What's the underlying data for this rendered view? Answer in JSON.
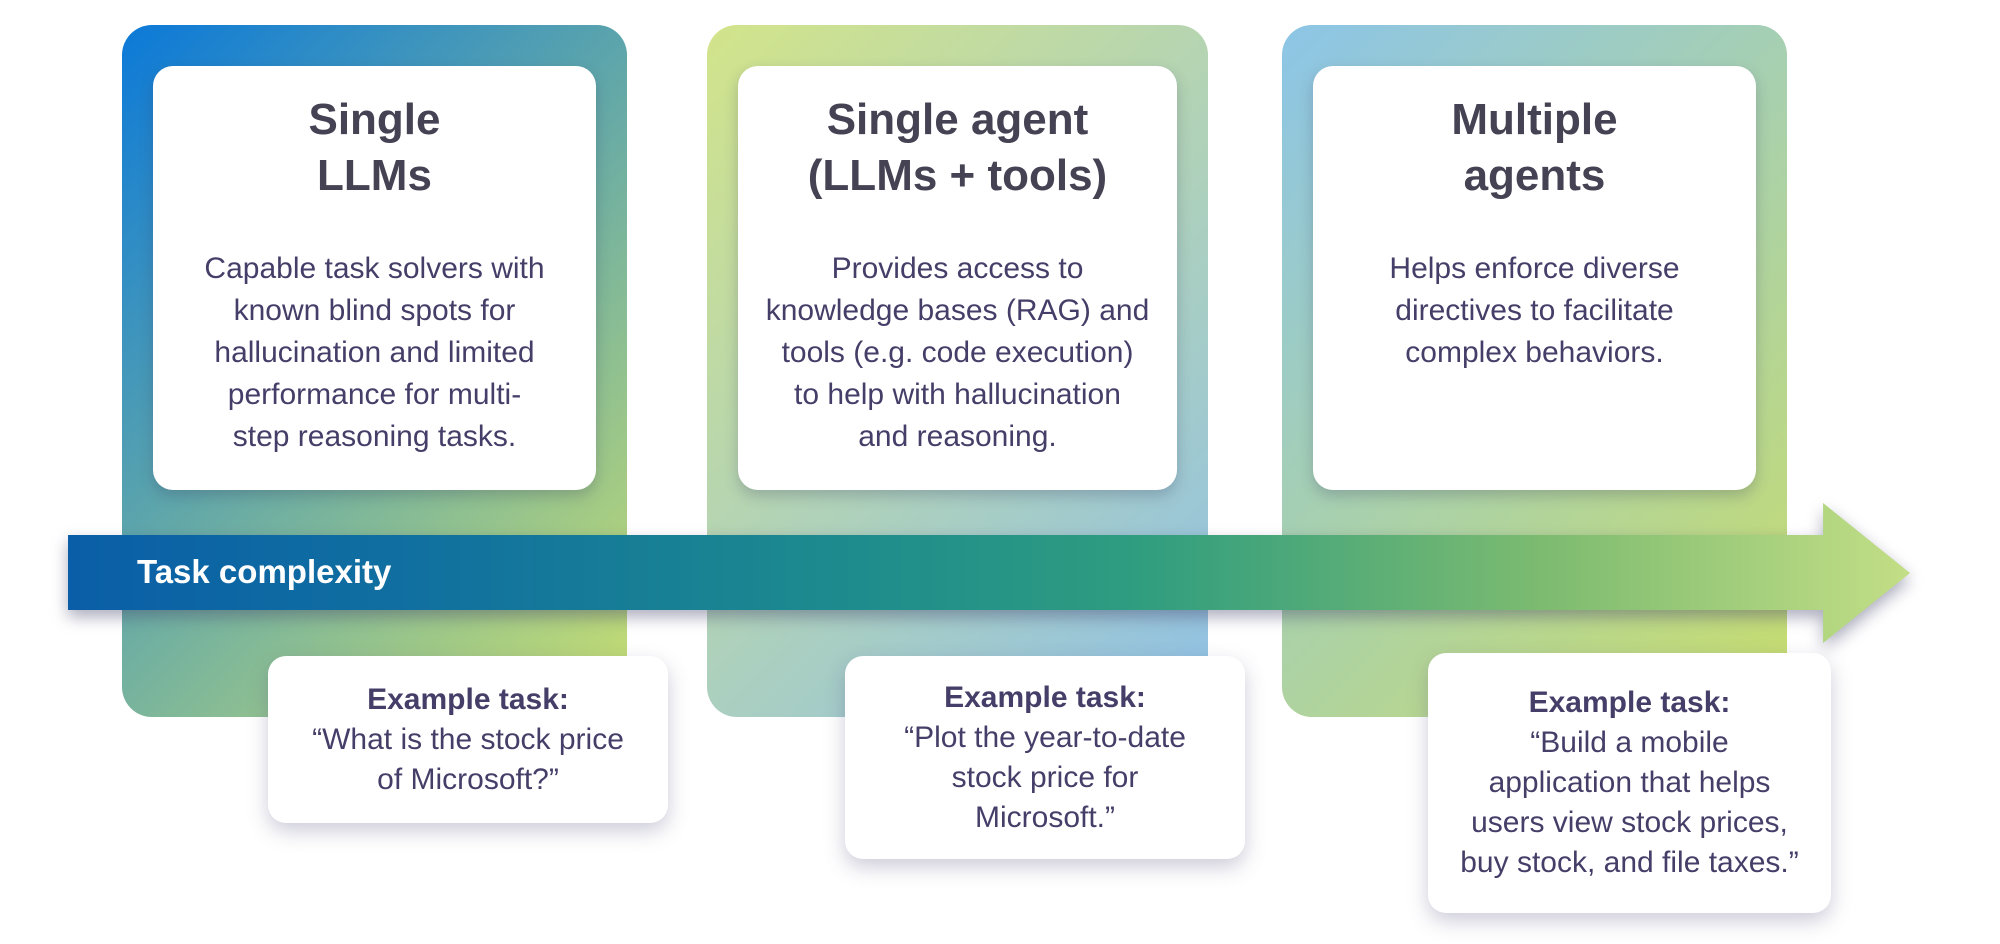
{
  "colors": {
    "card_bg": "#ffffff",
    "title_text": "#454253",
    "body_text": "#453e68",
    "arrow_label_text": "#ffffff",
    "card1_from": "#0b79d9",
    "card1_to": "#c9df70",
    "card2_from": "#d2e48a",
    "card2_to": "#8fc0e6",
    "card3_from": "#8cc5e7",
    "card3_to": "#c8dd6c",
    "arrow_c1": "#0a5ea7",
    "arrow_c2": "#11719f",
    "arrow_c3": "#1d8b8d",
    "arrow_c4": "#2f9d7f",
    "arrow_c5": "#7cbb70",
    "arrow_c6": "#c3de86"
  },
  "cards": [
    {
      "title_lines": [
        "Single",
        "LLMs"
      ],
      "body_lines": [
        "Capable task solvers with",
        "known blind spots for",
        "hallucination and limited",
        "performance for multi-",
        "step reasoning tasks."
      ]
    },
    {
      "title_lines": [
        "Single agent",
        "(LLMs + tools)"
      ],
      "body_lines": [
        "Provides access to",
        "knowledge bases (RAG) and",
        "tools (e.g. code execution)",
        "to help with hallucination",
        "and reasoning."
      ]
    },
    {
      "title_lines": [
        "Multiple",
        "agents"
      ],
      "body_lines": [
        "Helps enforce diverse",
        "directives to facilitate",
        "complex behaviors."
      ]
    }
  ],
  "arrow": {
    "label": "Task complexity"
  },
  "examples": [
    {
      "heading": "Example task:",
      "lines": [
        "“What is the stock price",
        "of Microsoft?”"
      ]
    },
    {
      "heading": "Example task:",
      "lines": [
        "“Plot the year-to-date",
        "stock price for",
        "Microsoft.”"
      ]
    },
    {
      "heading": "Example task:",
      "lines": [
        "“Build a mobile",
        "application that helps",
        "users view stock prices,",
        "buy stock, and file taxes.”"
      ]
    }
  ]
}
